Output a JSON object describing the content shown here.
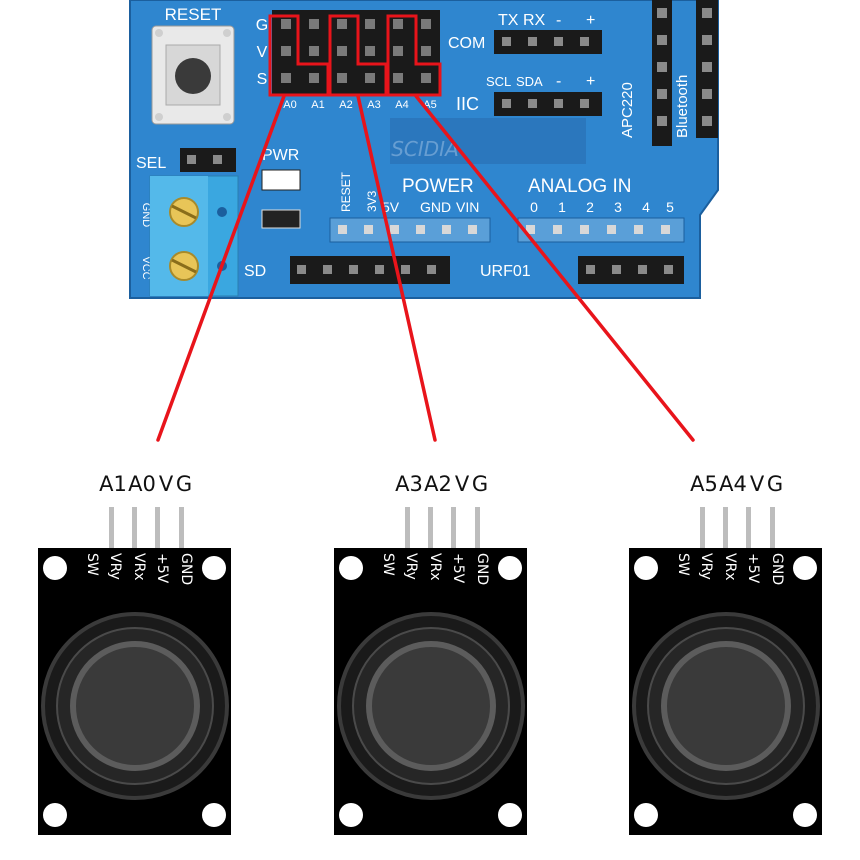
{
  "board": {
    "reset_label": "RESET",
    "signal_pin_labels": [
      "G",
      "V",
      "S"
    ],
    "analog_header_labels": [
      "A0",
      "A1",
      "A2",
      "A3",
      "A4",
      "A5"
    ],
    "com_label": "COM",
    "txrx_labels": [
      "TX",
      "RX",
      "-",
      "+"
    ],
    "iic_label": "IIC",
    "scl_sda_labels": [
      "SCL",
      "SDA",
      "-",
      "+"
    ],
    "apc220_label": "APC220",
    "bluetooth_label": "Bluetooth",
    "sel_label": "SEL",
    "pwr_label": "PWR",
    "logo_text": "SCIDIA",
    "power_label": "POWER",
    "power_pins_labels": [
      "RESET",
      "3V3",
      "5V",
      "GND",
      "VIN"
    ],
    "analog_in_label": "ANALOG IN",
    "analog_numbers": [
      "0",
      "1",
      "2",
      "3",
      "4",
      "5"
    ],
    "gnd_label": "GND",
    "vcc_label": "VCC",
    "sd_label": "SD",
    "urf_label": "URF01"
  },
  "joysticks": [
    {
      "header_labels": [
        "A1",
        "A0",
        "V",
        "G"
      ],
      "pin_labels": [
        "SW",
        "VRy",
        "VRx",
        "+5V",
        "GND"
      ]
    },
    {
      "header_labels": [
        "A3",
        "A2",
        "V",
        "G"
      ],
      "pin_labels": [
        "SW",
        "VRy",
        "VRx",
        "+5V",
        "GND"
      ]
    },
    {
      "header_labels": [
        "A5",
        "A4",
        "V",
        "G"
      ],
      "pin_labels": [
        "SW",
        "VRy",
        "VRx",
        "+5V",
        "GND"
      ]
    }
  ],
  "colors": {
    "board": "#2f86cf",
    "board_dark": "#1b5f9e",
    "silk": "#ffffff",
    "header": "#1a1a1a",
    "terminal_block": "#3aa7e0",
    "wire": "#e8141b",
    "module": "#000000",
    "pin": "#bdbdbd"
  }
}
